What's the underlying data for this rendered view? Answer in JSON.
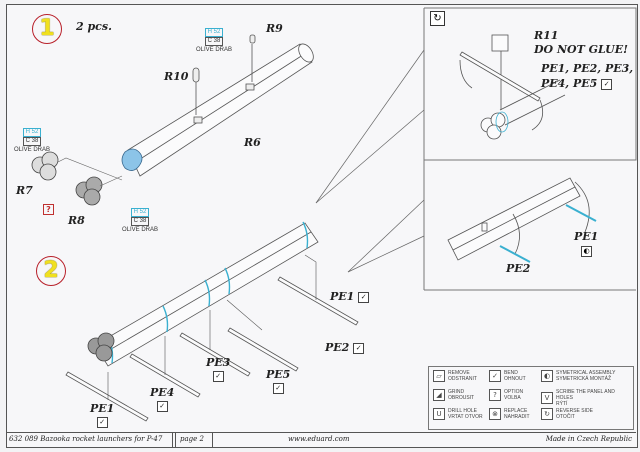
{
  "document": {
    "title": "Bazooka rocket launchers for P-47",
    "kit_number": "632 089",
    "page": "page 2",
    "website": "www.eduard.com",
    "origin": "Made in Czech Republic"
  },
  "step1": {
    "number": "1",
    "quantity": "2 pcs.",
    "parts": [
      "R9",
      "R10",
      "R6",
      "R7",
      "R8"
    ],
    "paint_callouts": [
      {
        "h": "H 52",
        "c": "C 38",
        "name": "OLIVE DRAB"
      },
      {
        "h": "H 52",
        "c": "C 38",
        "name": "OLIVE DRAB"
      },
      {
        "h": "H 52",
        "c": "C 38",
        "name": "OLIVE DRAB"
      }
    ],
    "option_icon": "?"
  },
  "detail_top": {
    "reverse_icon": "↻",
    "part": "R11",
    "warning": "DO NOT GLUE!",
    "pe_line1": "PE1, PE2, PE3,",
    "pe_line2": "PE4, PE5",
    "bend_icon": "✓"
  },
  "detail_bottom": {
    "pe1": "PE1",
    "pe2": "PE2",
    "sym_icon": "◐"
  },
  "step2": {
    "number": "2",
    "labels": [
      "PE1",
      "PE2",
      "PE3",
      "PE4",
      "PE5",
      "PE1"
    ],
    "bend_icon": "✓"
  },
  "legend": {
    "items": [
      {
        "icon": "▱",
        "line1": "REMOVE",
        "line2": "ODSTRANIT"
      },
      {
        "icon": "✓",
        "line1": "BEND",
        "line2": "OHNOUT"
      },
      {
        "icon": "◐",
        "line1": "SYMETRICAL ASSEMBLY",
        "line2": "SYMETRICKÁ MONTÁŽ"
      },
      {
        "icon": "◢",
        "line1": "GRIND",
        "line2": "OBROUSIT"
      },
      {
        "icon": "?",
        "line1": "OPTION",
        "line2": "VOLBA"
      },
      {
        "icon": "V",
        "line1": "SCRIBE THE PANEL AND HOLES",
        "line2": "RÝTÍ"
      },
      {
        "icon": "U",
        "line1": "DRILL HOLE",
        "line2": "VRTAT OTVOR"
      },
      {
        "icon": "⊗",
        "line1": "REPLACE",
        "line2": "NAHRADIT"
      },
      {
        "icon": "↻",
        "line1": "REVERSE SIDE",
        "line2": "OTOČIT"
      }
    ]
  },
  "colors": {
    "paint_accent": "#3ab0d0",
    "step_ring": "#b8202a",
    "step_digit": "#f0e020",
    "part_fill": "#8cc4e8"
  }
}
